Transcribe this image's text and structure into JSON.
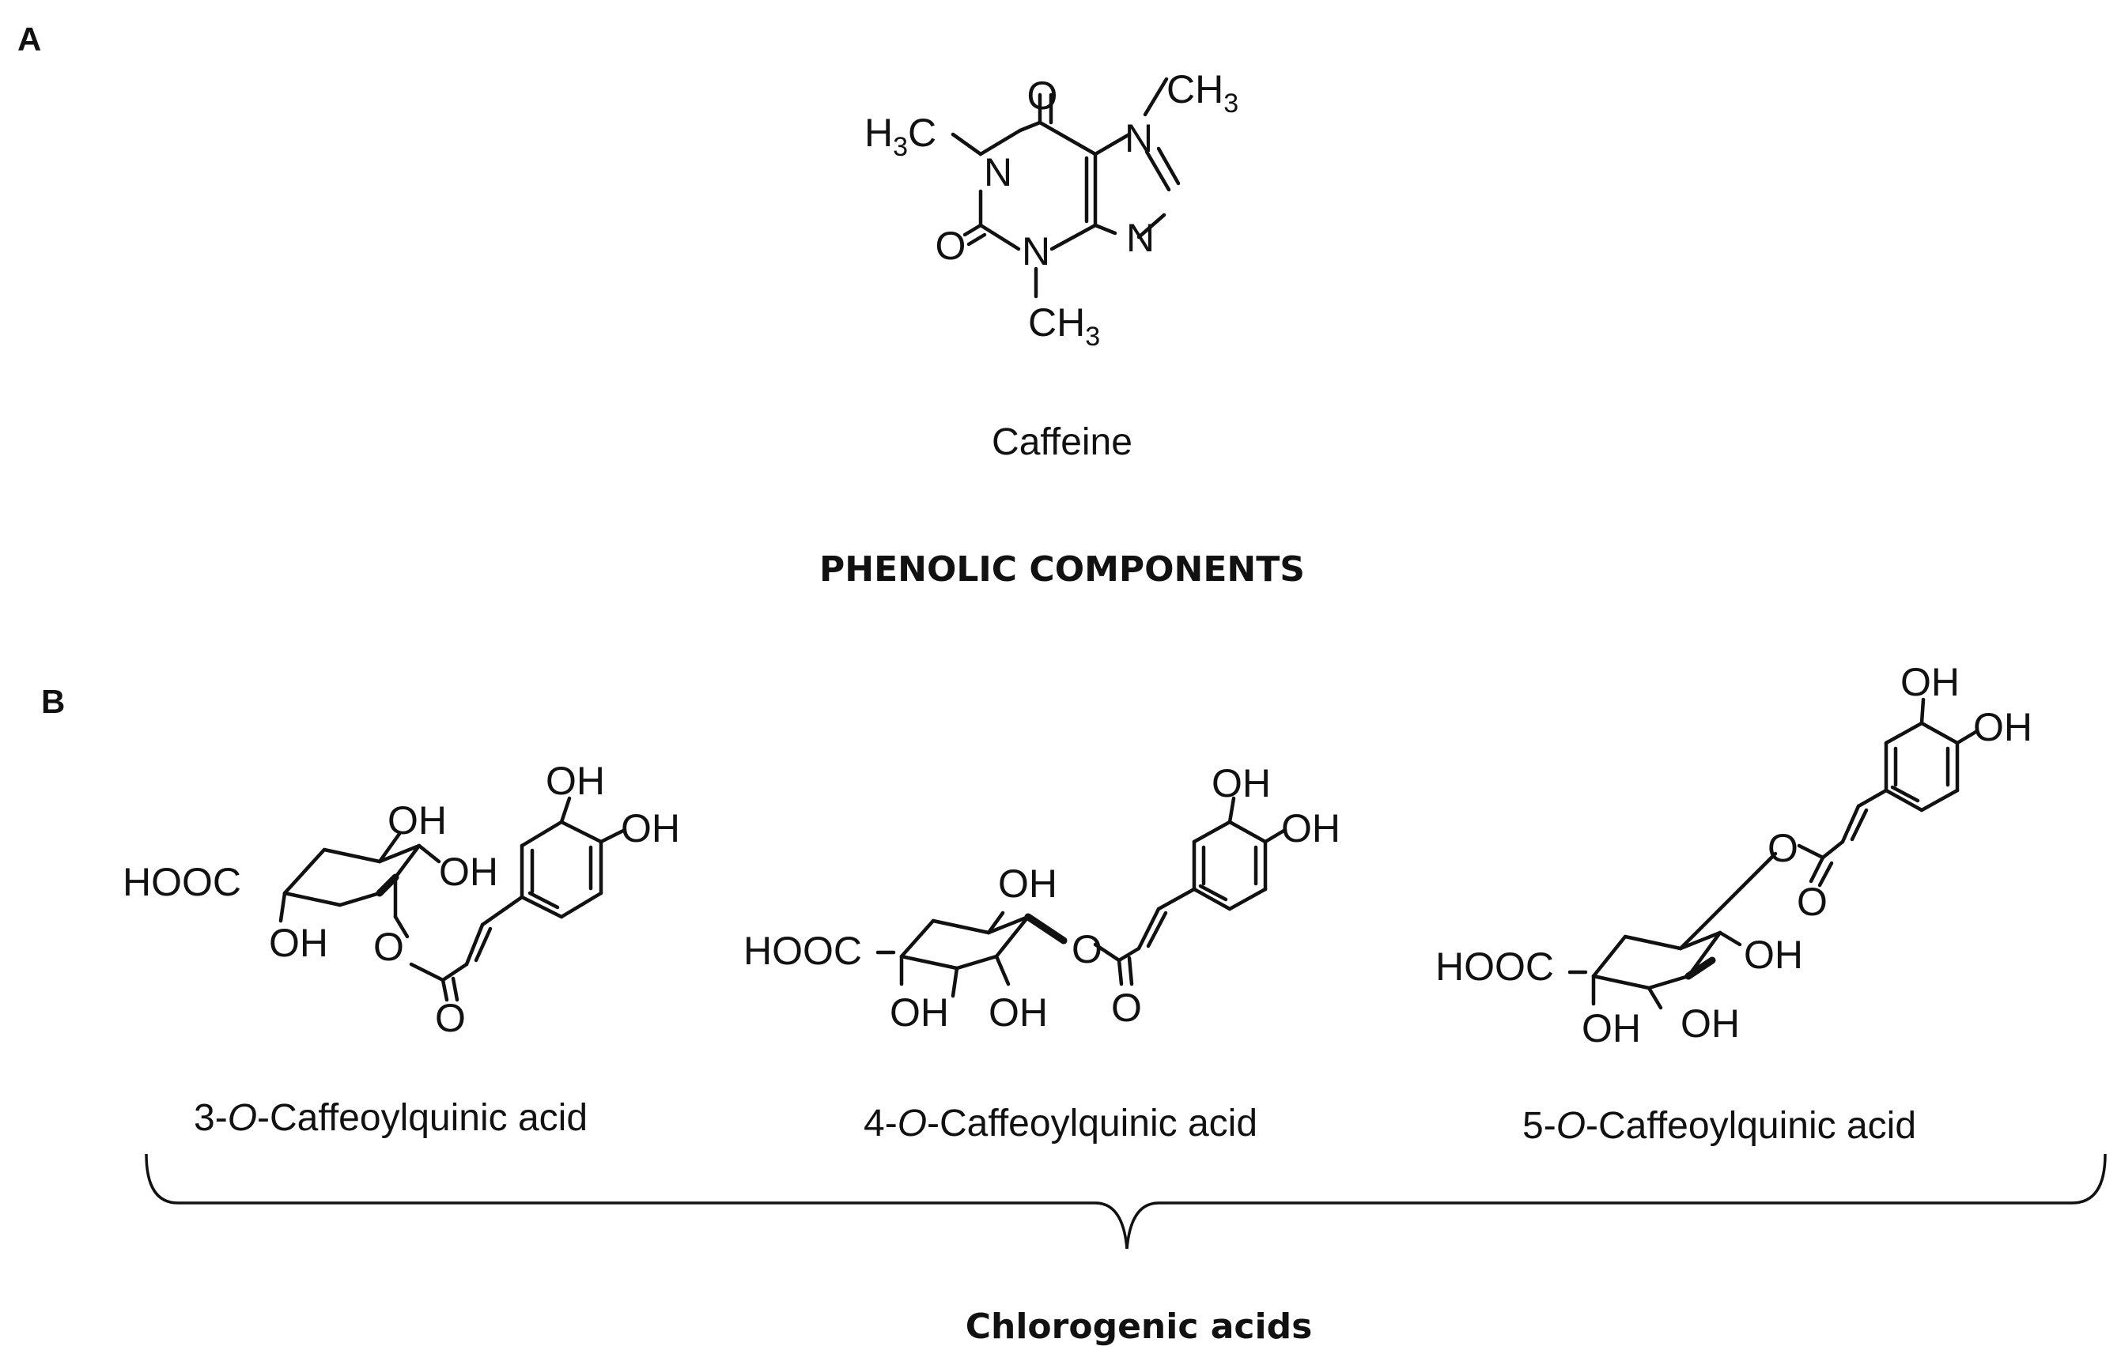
{
  "panel_a": {
    "letter": "A",
    "compound_name": "Caffeine",
    "atoms": {
      "o_top": "O",
      "o_left": "O",
      "n1": "N",
      "n3": "N",
      "n7": "N",
      "n9": "N",
      "h3c": "H",
      "h3c_sub": "3",
      "h3c_c": "C",
      "ch3_c": "CH",
      "ch3_sub": "3"
    }
  },
  "section_heading": "PHENOLIC COMPONENTS",
  "panel_b": {
    "letter": "B",
    "compounds": [
      {
        "prefix": "3-",
        "italic": "O",
        "suffix": "-Caffeoylquinic acid"
      },
      {
        "prefix": "4-",
        "italic": "O",
        "suffix": "-Caffeoylquinic acid"
      },
      {
        "prefix": "5-",
        "italic": "O",
        "suffix": "-Caffeoylquinic acid"
      }
    ],
    "atoms": {
      "hooc": "HOOC",
      "oh": "OH",
      "o": "O"
    }
  },
  "group_label": "Chlorogenic acids"
}
